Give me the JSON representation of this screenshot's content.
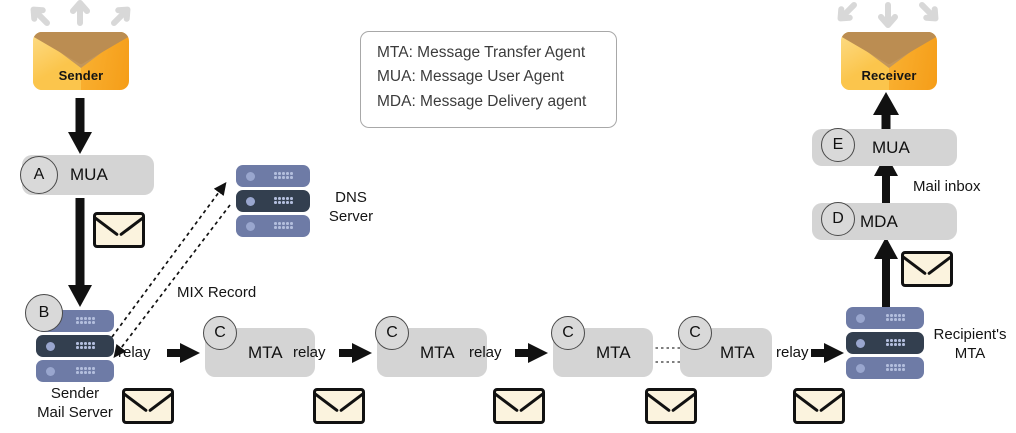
{
  "diagram": {
    "title": "Email delivery path: Sender to Receiver",
    "colors": {
      "pill": "#d4d4d4",
      "badge": "#d9d9d9",
      "server_light": "#6e7ba6",
      "server_dark": "#333f4f",
      "envelope_fill": "#fbf3de",
      "envelope_stroke": "#111111",
      "mail_orange": "#f9ae2e",
      "mail_flap": "#bb8d52",
      "arrow_gray": "#d6d6d6",
      "arrow_black": "#111111"
    }
  },
  "legend": {
    "name": "abbreviations-legend",
    "lines": [
      "MTA: Message Transfer Agent",
      "MUA: Message User Agent",
      "MDA: Message Delivery agent"
    ]
  },
  "sender": {
    "envelope_label": "Sender",
    "mua": {
      "badge": "A",
      "label": "MUA"
    },
    "mail_server": {
      "badge": "B",
      "label_line1": "Sender",
      "label_line2": "Mail Server"
    }
  },
  "dns": {
    "label_line1": "DNS",
    "label_line2": "Server",
    "record_label": "MIX Record"
  },
  "mta_chain": [
    {
      "badge": "C",
      "label": "MTA"
    },
    {
      "badge": "C",
      "label": "MTA"
    },
    {
      "badge": "C",
      "label": "MTA"
    },
    {
      "badge": "C",
      "label": "MTA"
    }
  ],
  "relay_labels": [
    "relay",
    "relay",
    "relay",
    "relay"
  ],
  "receiver": {
    "envelope_label": "Receiver",
    "mua": {
      "badge": "E",
      "label": "MUA"
    },
    "mda": {
      "badge": "D",
      "label": "MDA"
    },
    "inbox_label": "Mail inbox",
    "mta": {
      "label_line1": "Recipient's",
      "label_line2": "MTA"
    }
  }
}
